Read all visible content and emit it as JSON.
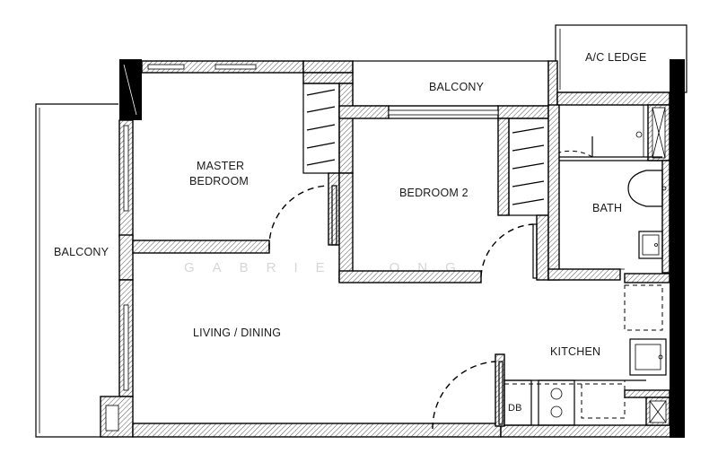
{
  "rooms": {
    "ac_ledge": "A/C LEDGE",
    "balcony_top": "BALCONY",
    "balcony_left": "BALCONY",
    "master_bedroom_line1": "MASTER",
    "master_bedroom_line2": "BEDROOM",
    "bedroom_2": "BEDROOM 2",
    "bath": "BATH",
    "living_dining": "LIVING / DINING",
    "kitchen": "KITCHEN",
    "db": "DB"
  },
  "watermark": "GABRIEL ONG",
  "colors": {
    "wall_line": "#000000",
    "hatch": "#555555",
    "watermark": "#d6d6d6"
  }
}
